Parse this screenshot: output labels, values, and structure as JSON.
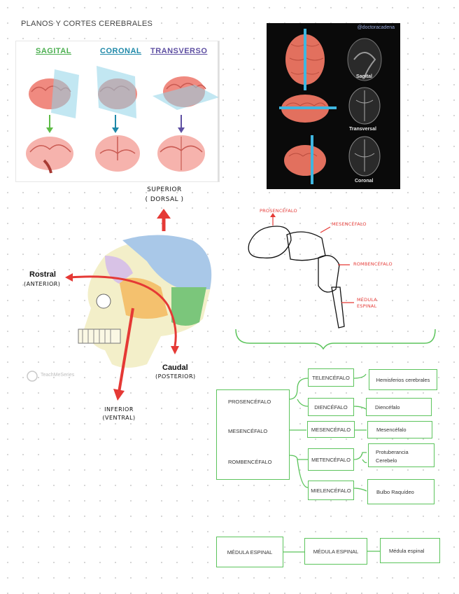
{
  "page_title": "PLANOS  Y CORTES CEREBRALES",
  "planes": {
    "sagital": "SAGITAL",
    "coronal": "CORONAL",
    "transverso": "TRANSVERSO"
  },
  "mri": {
    "brand": "@doctoracadena",
    "sagital": "Sagital",
    "transversal": "Transversal",
    "coronal": "Coronal"
  },
  "skull": {
    "superior": "SUPERIOR",
    "dorsal": "( DORSAL )",
    "rostral": "Rostral",
    "anterior": "(ANTERIOR)",
    "caudal": "Caudal",
    "posterior": "(POSTERIOR)",
    "inferior": "INFERIOR",
    "ventral": "(VENTRAL)",
    "watermark": "TeachMeSeries"
  },
  "sketch": {
    "prosencefalo": "PROSENCÉFALO",
    "mesencefalo": "MESENCÉFALO",
    "rombencefalo": "ROMBENCÉFALO",
    "medula1": "MÉDULA",
    "medula2": "ESPINAL"
  },
  "tree": {
    "col1": [
      "PROSENCÉFALO",
      "MESENCÉFALO",
      "ROMBENCÉFALO"
    ],
    "telencefalo": "TELENCÉFALO",
    "diencefalo": "DIENCÉFALO",
    "mesencefalo": "MESENCÉFALO",
    "metencefalo": "METENCÉFALO",
    "mielencefalo": "MIELENCÉFALO",
    "hemisferios": "Hemisferios cerebrales",
    "diencefalo_leaf": "Diencéfalo",
    "mesencefalo_leaf": "Mesencéfalo",
    "protuberancia": "Protuberancia",
    "cerebelo": "Cerebelo",
    "bulbo": "Bulbo Raquídeo"
  },
  "spinal": {
    "a": "MÉDULA ESPINAL",
    "b": "MÉDULA ESPINAL",
    "c": "Médula espinal"
  },
  "colors": {
    "green": "#5cc45c",
    "red": "#e53935",
    "sagital": "#4caf50",
    "coronal": "#1e88a8",
    "transverso": "#5e4fa2"
  }
}
